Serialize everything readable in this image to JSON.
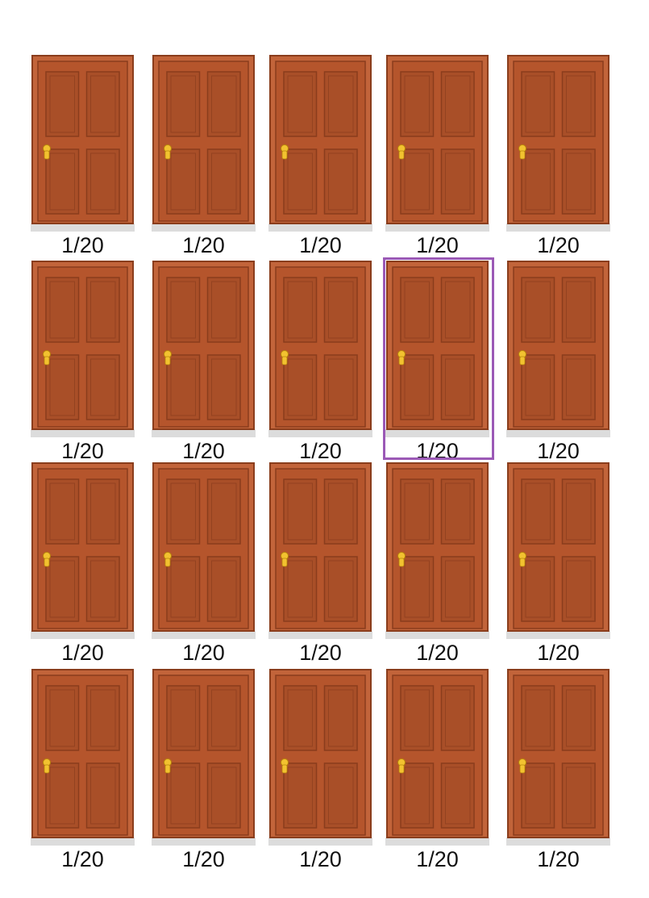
{
  "doors": {
    "rows": [
      [
        "1/20",
        "1/20",
        "1/20",
        "1/20",
        "1/20"
      ],
      [
        "1/20",
        "1/20",
        "1/20",
        "1/20",
        "1/20"
      ],
      [
        "1/20",
        "1/20",
        "1/20",
        "1/20",
        "1/20"
      ],
      [
        "1/20",
        "1/20",
        "1/20",
        "1/20",
        "1/20"
      ]
    ],
    "highlighted": {
      "row": 1,
      "col": 3
    }
  },
  "colors": {
    "door": "#b5552c",
    "door_dark": "#8a3d1c",
    "panel": "#a94f28",
    "frame": "#c2643a",
    "knob": "#f2c230",
    "floor": "#dcdcdc",
    "highlight": "#9b59b6"
  },
  "icons": {
    "door": "door-icon",
    "knob": "door-knob-icon"
  }
}
